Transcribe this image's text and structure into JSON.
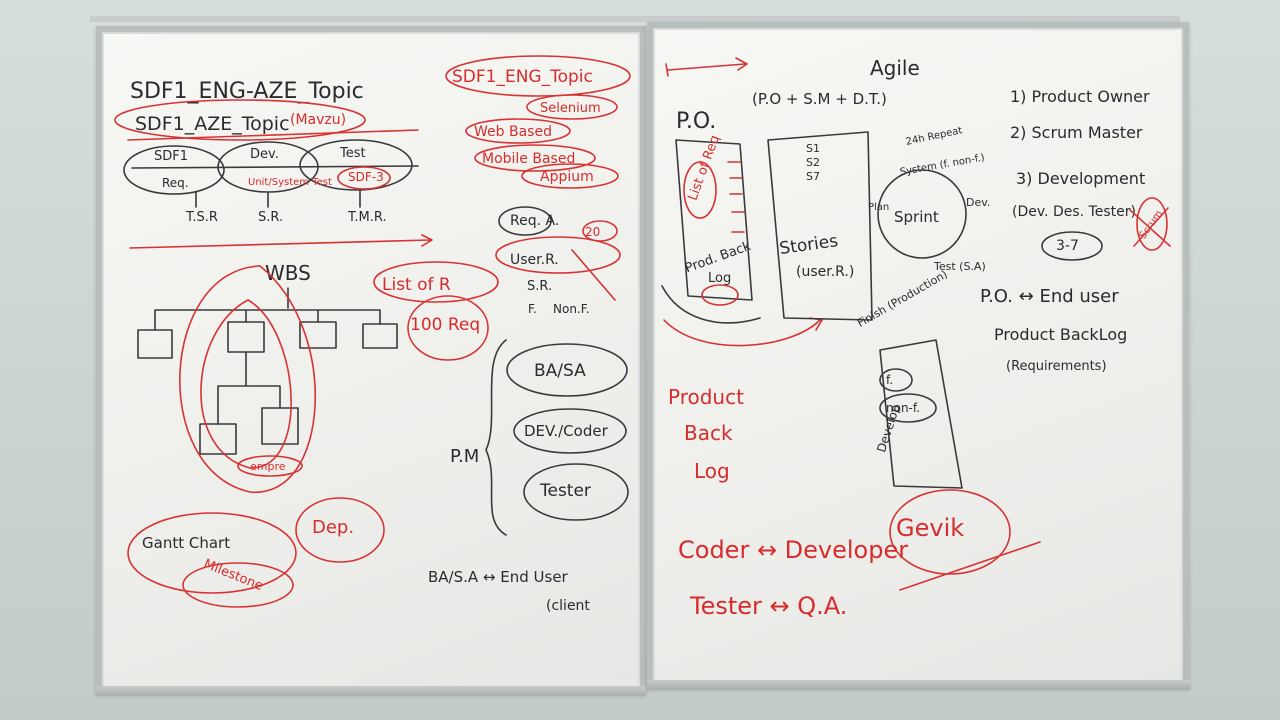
{
  "left_board": {
    "title": "SDF1_ENG-AZE_Topic",
    "title_2": "SDF1_AZE_Topic",
    "title_2_note": "(Mavzu)",
    "topic_right": "SDF1_ENG_Topic",
    "sdlc": {
      "c1": "SDF1",
      "c2": "Dev.",
      "c3": "Test",
      "req": "Req.",
      "unit": "Unit/System Test",
      "sdf3": "SDF-3"
    },
    "specs": [
      "T.S.R",
      "S.R.",
      "T.M.R."
    ],
    "testing": [
      "Selenium",
      "Web Based",
      "Mobile Based",
      "Appium"
    ],
    "req_chain": [
      "Req. A.",
      "User.R.",
      "20",
      "S.R.",
      "F.",
      "Non.F."
    ],
    "wbs": "WBS",
    "list_of": "List of R",
    "hundred_req": "100 Req",
    "roles": [
      "BA/SA",
      "DEV./Coder",
      "Tester"
    ],
    "pm": "P.M",
    "gantt": "Gantt Chart",
    "milestone": "Milestone",
    "dep": "Dep.",
    "empre": "empre",
    "ba_end": "BA/S.A ↔ End User",
    "client": "(client"
  },
  "right_board": {
    "agile": "Agile",
    "po": "P.O.",
    "team": "(P.O + S.M + D.T.)",
    "roles": [
      "1) Product Owner",
      "2) Scrum Master",
      "3) Development"
    ],
    "dev_team": "(Dev. Des. Tester)",
    "team_size": "3-7",
    "crossed": "Scrum",
    "list_of_req": "List of Req",
    "prod_back": "Prod. Back",
    "log": "Log",
    "s_items": [
      "S1",
      "S2",
      "S7"
    ],
    "stories": "Stories",
    "user_r": "(user.R.)",
    "daily": "24h Repeat",
    "system": "System (f. non-f.)",
    "plan": "Plan",
    "sprint": "Sprint",
    "dev": "Dev.",
    "test": "Test (S.A)",
    "finish": "Finish (Production)",
    "develop": "Develop",
    "f": "f.",
    "non_f": "non-f.",
    "po_end": "P.O. ↔ End user",
    "pbl": "Product BackLog",
    "requirements": "(Requirements)",
    "red_pbl": [
      "Product",
      "Back",
      "Log"
    ],
    "gevik": "Gevik",
    "coder_dev": "Coder ↔ Developer",
    "tester_qa": "Tester ↔ Q.A."
  }
}
